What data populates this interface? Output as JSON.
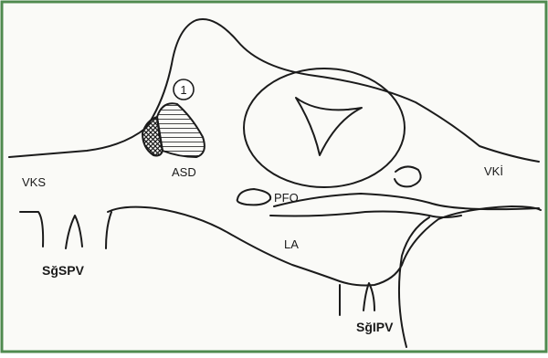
{
  "labels": {
    "marker": "1",
    "asd": "ASD",
    "vks": "VKS",
    "vki": "VKİ",
    "pfo": "PFO",
    "la": "LA",
    "sgspv": "SğSPV",
    "sgipv": "SğIPV"
  },
  "colors": {
    "border": "#4f8a4f",
    "paper": "#fafaf7",
    "ink": "#1b1b1b"
  }
}
